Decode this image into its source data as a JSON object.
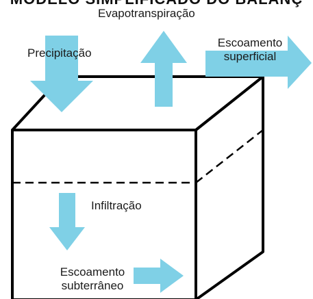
{
  "title": "MODELO SIMPLIFICADO DO BALANÇ",
  "labels": {
    "precipitacao": "Precipitação",
    "evapotranspiracao": "Evapotranspiração",
    "escoamento_superficial": [
      "Escoamento",
      "superficial"
    ],
    "infiltracao": "Infiltração",
    "escoamento_subterraneo": [
      "Escoamento",
      "subterrâneo"
    ]
  },
  "colors": {
    "arrow": "#7fd0e6",
    "outline": "#000000",
    "background": "#ffffff"
  }
}
